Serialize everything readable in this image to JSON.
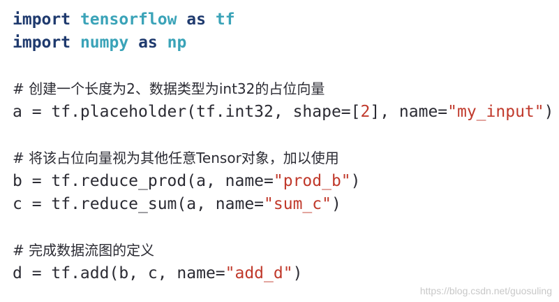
{
  "code": {
    "line1": {
      "kw1": "import",
      "mod": "tensorflow",
      "kw2": "as",
      "alias": "tf"
    },
    "line2": {
      "kw1": "import",
      "mod": "numpy",
      "kw2": "as",
      "alias": "np"
    },
    "comment1": "# 创建一个长度为2、数据类型为int32的占位向量",
    "line_a": {
      "prefix": "a = tf.placeholder(tf.int32, shape=[",
      "num": "2",
      "mid": "], name=",
      "str": "\"my_input\"",
      "suffix": ")"
    },
    "comment2": "# 将该占位向量视为其他任意Tensor对象，加以使用",
    "line_b": {
      "prefix": "b = tf.reduce_prod(a, name=",
      "str": "\"prod_b\"",
      "suffix": ")"
    },
    "line_c": {
      "prefix": "c = tf.reduce_sum(a, name=",
      "str": "\"sum_c\"",
      "suffix": ")"
    },
    "comment3": "# 完成数据流图的定义",
    "line_d": {
      "prefix": "d = tf.add(b, c, name=",
      "str": "\"add_d\"",
      "suffix": ")"
    }
  },
  "watermark": "https://blog.csdn.net/guosuling",
  "colors": {
    "keyword": "#1f3a6e",
    "module": "#3aa3b8",
    "string": "#c0392b",
    "text": "#2b2b33"
  }
}
